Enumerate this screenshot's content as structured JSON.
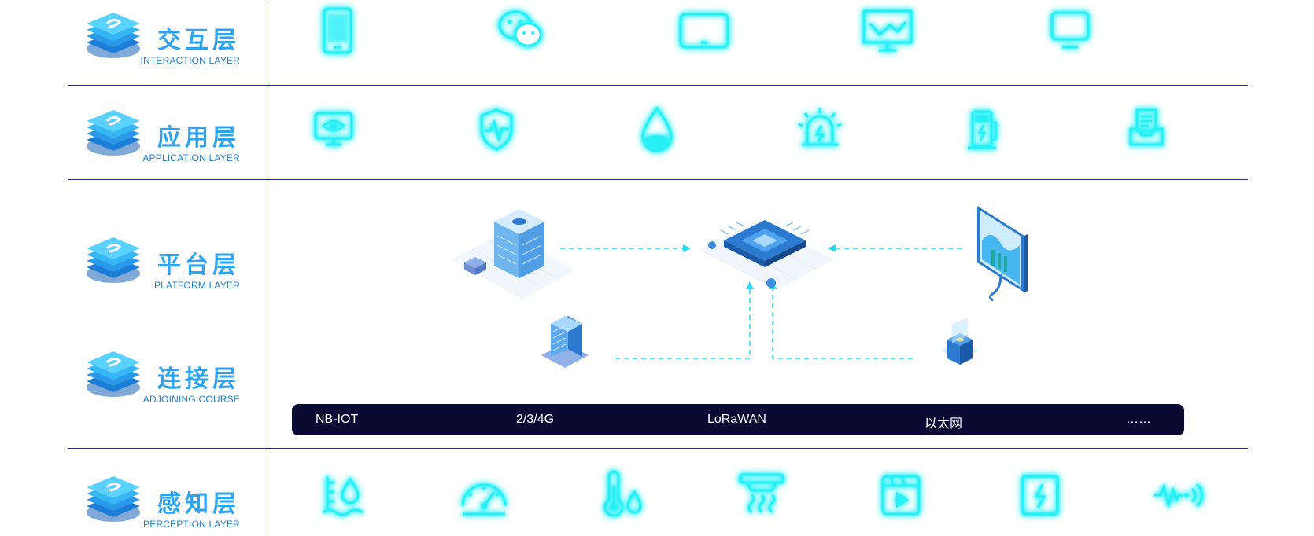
{
  "layers": [
    {
      "cn": "交互层",
      "en": "INTERACTION LAYER"
    },
    {
      "cn": "应用层",
      "en": "APPLICATION LAYER"
    },
    {
      "cn": "平台层",
      "en": "PLATFORM LAYER"
    },
    {
      "cn": "连接层",
      "en": "ADJOINING COURSE"
    },
    {
      "cn": "感知层",
      "en": "PERCEPTION LAYER"
    }
  ],
  "interaction_icons": [
    "phone-icon",
    "wechat-icon",
    "tablet-icon",
    "monitor-chart-icon",
    "desktop-icon"
  ],
  "application_icons": [
    "eye-monitor-icon",
    "shield-pulse-icon",
    "water-drop-icon",
    "alarm-light-icon",
    "charging-pile-icon",
    "inbox-document-icon"
  ],
  "perception_icons": [
    "water-level-icon",
    "gauge-icon",
    "temperature-humidity-icon",
    "smoke-detector-icon",
    "video-camera-icon",
    "power-meter-icon",
    "vibration-sensor-icon"
  ],
  "platform_nodes": [
    "data-center-icon",
    "cpu-chip-icon",
    "display-screen-icon",
    "server-icon",
    "gateway-box-icon"
  ],
  "network": {
    "items": [
      "NB-IOT",
      "2/3/4G",
      "LoRaWAN",
      "以太网",
      "……"
    ]
  },
  "colors": {
    "accent": "#26f0f5",
    "title_blue": "#2ea3f2",
    "subtitle_blue": "#1f7fd0",
    "line": "#2a2f6e",
    "bar": "#0a0b33"
  }
}
